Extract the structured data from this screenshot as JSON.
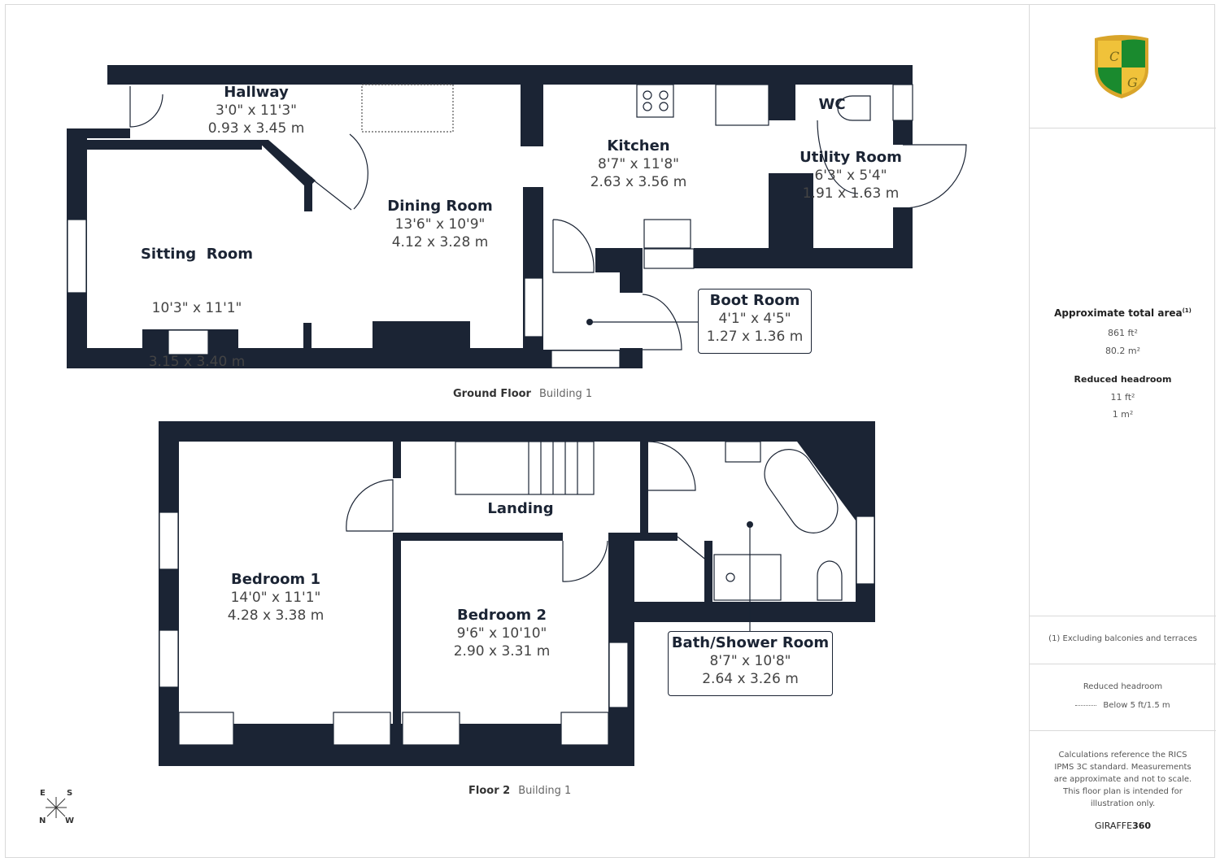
{
  "colors": {
    "wall": "#1b2434",
    "text": "#444444"
  },
  "logo": {
    "monogram": "CG",
    "colors": [
      "#1a8a2e",
      "#e8b62c"
    ]
  },
  "ground_floor": {
    "caption": "Ground Floor",
    "building": "Building 1",
    "rooms": [
      {
        "name": "Hallway",
        "imperial": "3'0\" x 11'3\"",
        "metric": "0.93 x 3.45 m"
      },
      {
        "name": "Sitting  Room",
        "imperial": "10'3\" x 11'1\"",
        "metric": "3.15 x 3.40 m"
      },
      {
        "name": "Dining Room",
        "imperial": "13'6\" x 10'9\"",
        "metric": "4.12 x 3.28 m"
      },
      {
        "name": "Kitchen",
        "imperial": "8'7\" x 11'8\"",
        "metric": "2.63 x 3.56 m"
      },
      {
        "name": "WC"
      },
      {
        "name": "Utility Room",
        "imperial": "6'3\" x 5'4\"",
        "metric": "1.91 x 1.63 m"
      },
      {
        "name": "Boot Room",
        "imperial": "4'1\" x 4'5\"",
        "metric": "1.27 x 1.36 m"
      }
    ]
  },
  "floor_2": {
    "caption": "Floor 2",
    "building": "Building 1",
    "rooms": [
      {
        "name": "Landing"
      },
      {
        "name": "Bedroom 1",
        "imperial": "14'0\" x 11'1\"",
        "metric": "4.28 x 3.38 m"
      },
      {
        "name": "Bedroom 2",
        "imperial": "9'6\" x 10'10\"",
        "metric": "2.90 x 3.31 m"
      },
      {
        "name": "Bath/Shower Room",
        "imperial": "8'7\" x 10'8\"",
        "metric": "2.64 x 3.26 m"
      }
    ]
  },
  "compass": {
    "e": "E",
    "s": "S",
    "n": "N",
    "w": "W"
  },
  "sidebar": {
    "total_title": "Approximate total area",
    "total_note_mark": "(1)",
    "total_ft": "861 ft²",
    "total_m": "80.2 m²",
    "reduced_title": "Reduced headroom",
    "reduced_ft": "11 ft²",
    "reduced_m": "1 m²",
    "footnote": "(1) Excluding balconies and terraces",
    "legend_title": "Reduced headroom",
    "legend_item": "Below 5 ft/1.5 m",
    "disclaimer": "Calculations reference the RICS IPMS 3C standard. Measurements are approximate and not to scale. This floor plan is intended for illustration only.",
    "brand_a": "GIRAFFE",
    "brand_b": "360"
  }
}
